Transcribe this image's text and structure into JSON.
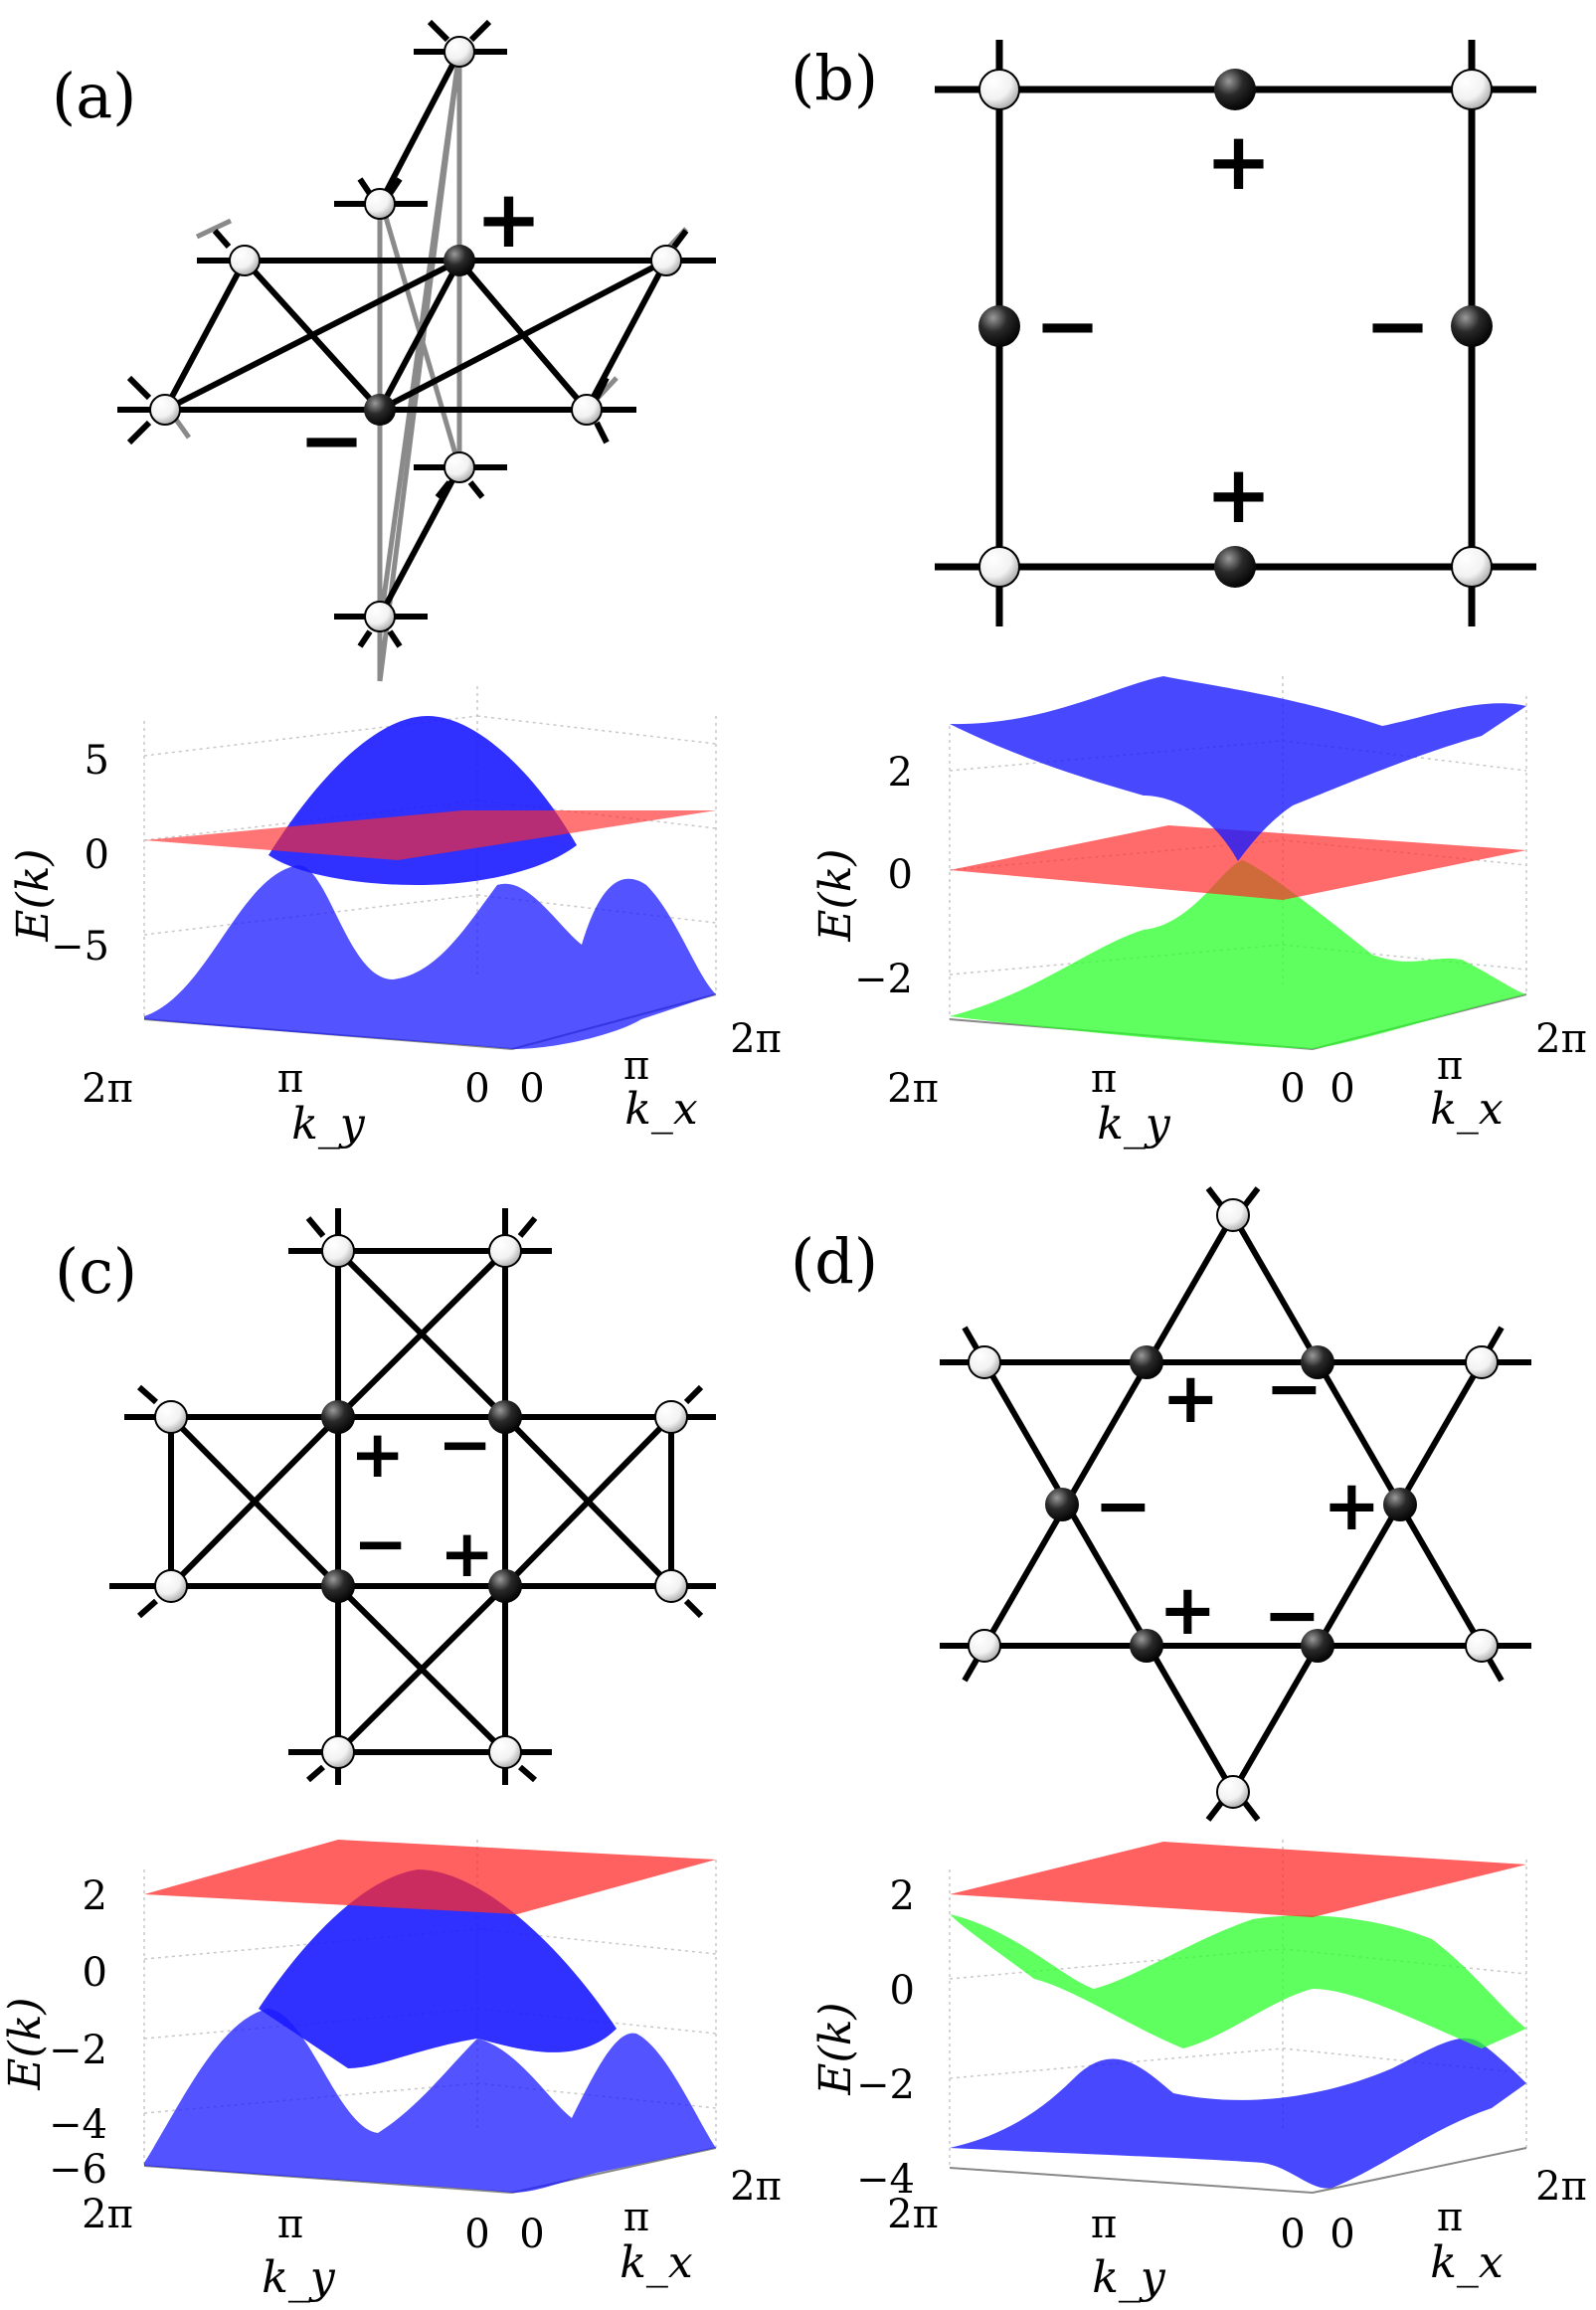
{
  "panels": [
    {
      "label": "(a)",
      "signs": [
        "+",
        "−"
      ],
      "plot": {
        "zlabel": "E(k)",
        "zticks": [
          "5",
          "0",
          "−5"
        ],
        "ky_ticks": [
          "2π",
          "π",
          "0"
        ],
        "kx_ticks": [
          "0",
          "π",
          "2π"
        ],
        "ky_label": "k_y",
        "kx_label": "k_x",
        "surfaces": [
          "blue",
          "red"
        ]
      }
    },
    {
      "label": "(b)",
      "signs": [
        "+",
        "−",
        "−",
        "+"
      ],
      "plot": {
        "zlabel": "E(k)",
        "zticks": [
          "2",
          "0",
          "−2"
        ],
        "ky_ticks": [
          "2π",
          "π",
          "0"
        ],
        "kx_ticks": [
          "0",
          "π",
          "2π"
        ],
        "ky_label": "k_y",
        "kx_label": "k_x",
        "surfaces": [
          "blue",
          "red",
          "green"
        ]
      }
    },
    {
      "label": "(c)",
      "signs": [
        "+",
        "−",
        "−",
        "+"
      ],
      "plot": {
        "zlabel": "E(k)",
        "zticks": [
          "2",
          "0",
          "−2",
          "−4",
          "−6"
        ],
        "ky_ticks": [
          "2π",
          "π",
          "0"
        ],
        "kx_ticks": [
          "0",
          "π",
          "2π"
        ],
        "ky_label": "k_y",
        "kx_label": "k_x",
        "surfaces": [
          "red",
          "blue"
        ]
      }
    },
    {
      "label": "(d)",
      "signs": [
        "+",
        "−",
        "−",
        "+",
        "+",
        "−"
      ],
      "plot": {
        "zlabel": "E(k)",
        "zticks": [
          "2",
          "0",
          "−2",
          "−4"
        ],
        "ky_ticks": [
          "2π",
          "π",
          "0"
        ],
        "kx_ticks": [
          "0",
          "π",
          "2π"
        ],
        "ky_label": "k_y",
        "kx_label": "k_x",
        "surfaces": [
          "red",
          "green",
          "blue"
        ]
      }
    }
  ],
  "colors": {
    "blue": "#1a1aff",
    "red": "#ff2b2b",
    "green": "#2bff2b",
    "site_dark": "#111111",
    "site_light": "#ffffff",
    "bond": "#000000",
    "bond_gray": "#8a8a8a"
  }
}
